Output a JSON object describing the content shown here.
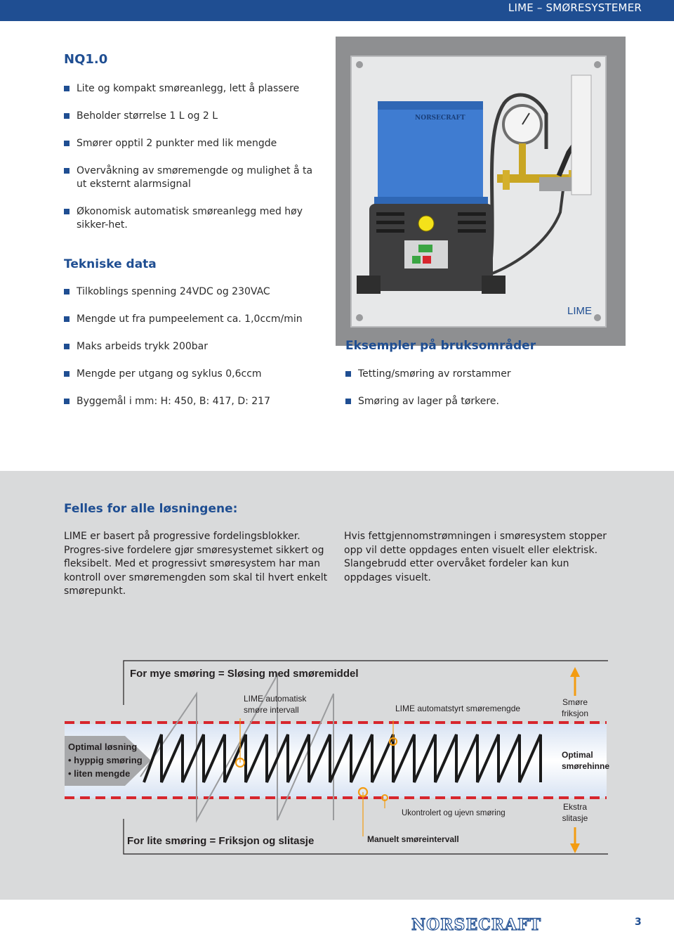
{
  "header": {
    "section_label": "LIME – SMØRESYSTEMER"
  },
  "product": {
    "title": "NQ1.0",
    "features": [
      "Lite og kompakt smøreanlegg, lett å plassere",
      "Beholder størrelse 1 L og 2 L",
      "Smører opptil 2 punkter med lik mengde",
      "Overvåkning av smøremengde og mulighet å ta ut eksternt alarmsignal",
      "Økonomisk automatisk smøreanlegg med høy sikker-het."
    ]
  },
  "tech": {
    "heading": "Tekniske data",
    "items": [
      "Tilkoblings spenning 24VDC og 230VAC",
      "Mengde ut fra pumpeelement ca. 1,0ccm/min",
      "Maks arbeids trykk 200bar",
      "Mengde per utgang og syklus 0,6ccm",
      "Byggemål i mm: H: 450, B: 417, D: 217"
    ]
  },
  "photo": {
    "brand": "NORSECRAFT",
    "label": "LIME"
  },
  "examples": {
    "heading": "Eksempler på bruksområder",
    "items": [
      "Tetting/smøring av rorstammer",
      "Smøring av lager på tørkere."
    ]
  },
  "common": {
    "heading": "Felles for alle løsningene:",
    "left_text": "LIME er basert på progressive fordelingsblokker. Progres-sive fordelere gjør smøresystemet sikkert og fleksibelt. Med et progressivt smøresystem har man kontroll over smøremengden som skal til hvert enkelt smørepunkt.",
    "right_text": "Hvis fettgjennomstrømningen i smøresystem stopper opp vil dette oppdages enten visuelt eller elektrisk. Slangebrudd etter overvåket fordeler kan kun oppdages visuelt."
  },
  "diagram": {
    "too_much": "For mye smøring = Sløsing med smøremiddel",
    "auto_interval_1": "LIME automatisk",
    "auto_interval_2": "smøre intervall",
    "auto_amount": "LIME automatstyrt smøremengde",
    "friction_1": "Smøre",
    "friction_2": "friksjon",
    "optimal_1": "Optimal løsning",
    "optimal_2": "• hyppig smøring",
    "optimal_3": "• liten mengde",
    "film_1": "Optimal",
    "film_2": "smørehinne",
    "uncontrolled": "Ukontrolert og ujevn smøring",
    "wear_1": "Ekstra",
    "wear_2": "slitasje",
    "too_little": "For lite smøring = Friksjon og slitasje",
    "manual": "Manuelt smøreintervall",
    "colors": {
      "blue": "#1f4e92",
      "red": "#d7262e",
      "orange": "#f39c12"
    }
  },
  "footer": {
    "brand": "NORSECRAFT",
    "page": "3"
  }
}
